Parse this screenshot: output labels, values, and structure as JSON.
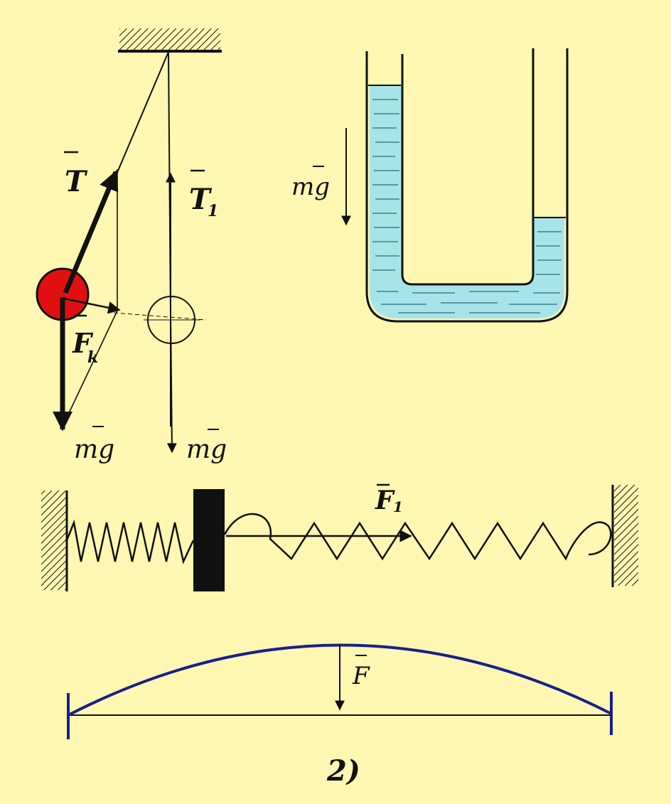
{
  "colors": {
    "background": "#fff7b2",
    "ink": "#111111",
    "bob": "#e01010",
    "liquid": "#a6e4ea",
    "beam": "#1a1f8a"
  },
  "pendulum": {
    "label_T": "T",
    "label_T1": "T",
    "label_T1_sub": "1",
    "label_Fk": "F",
    "label_Fk_sub": "k",
    "label_mg_left": "mg",
    "label_mg_right": "mg"
  },
  "u_tube": {
    "label_mg": "mg"
  },
  "spring": {
    "label_F1": "F",
    "label_F1_sub": "1"
  },
  "beam": {
    "label_F": "F"
  },
  "caption": "2)"
}
